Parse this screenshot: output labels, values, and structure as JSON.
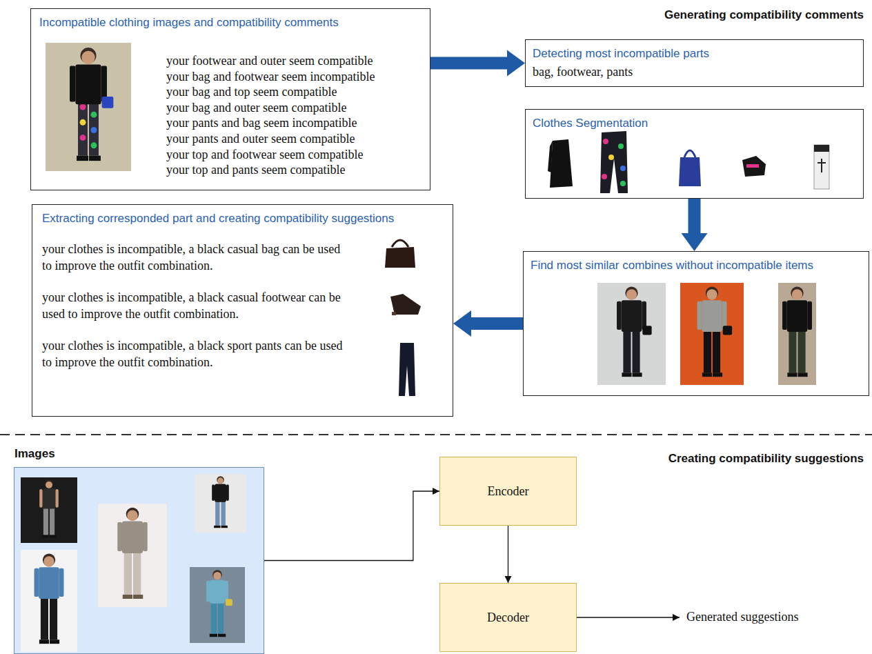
{
  "diagram": {
    "nodes": [
      {
        "text": [
          "Incompatible clothing images and compatibility comments",
          "your footwear and outer seem compatible",
          "your bag and footwear seem incompatible",
          "your bag and top seem compatible",
          "your bag and outer seem compatible",
          "your pants and bag seem incompatible",
          "your pants and outer seem compatible",
          "your top and footwear seem compatible",
          "your top and pants seem compatible"
        ]
      },
      {
        "text": [
          "Detecting most incompatible parts",
          "bag, footwear, pants"
        ]
      },
      {
        "text": [
          "Clothes Segmentation"
        ]
      },
      {
        "text": [
          "Find most similar combines without incompatible items"
        ]
      },
      {
        "text": [
          "Extracting corresponded part and creating compatibility suggestions",
          "your clothes is incompatible, a black casual bag can be used to improve the outfit combination.",
          "your clothes is incompatible, a black casual footwear can be used to improve the outfit combination.",
          "your clothes is incompatible, a black sport pants can be used to improve the outfit combination."
        ]
      },
      {
        "text": [
          "Images"
        ]
      },
      {
        "text": [
          "Encoder"
        ]
      },
      {
        "text": [
          "Decoder"
        ]
      }
    ],
    "edges": [
      {
        "from": 0,
        "to": 1,
        "arrow": "to"
      },
      {
        "from": 2,
        "to": 3,
        "arrow": "to"
      },
      {
        "from": 3,
        "to": 4,
        "arrow": "to"
      },
      {
        "from": 5,
        "to": 6,
        "arrow": "to"
      },
      {
        "from": 6,
        "to": 7,
        "arrow": "to"
      }
    ],
    "labels": [
      "Generating compatibility comments",
      "Creating compatibility suggestions",
      "Generated suggestions"
    ]
  }
}
